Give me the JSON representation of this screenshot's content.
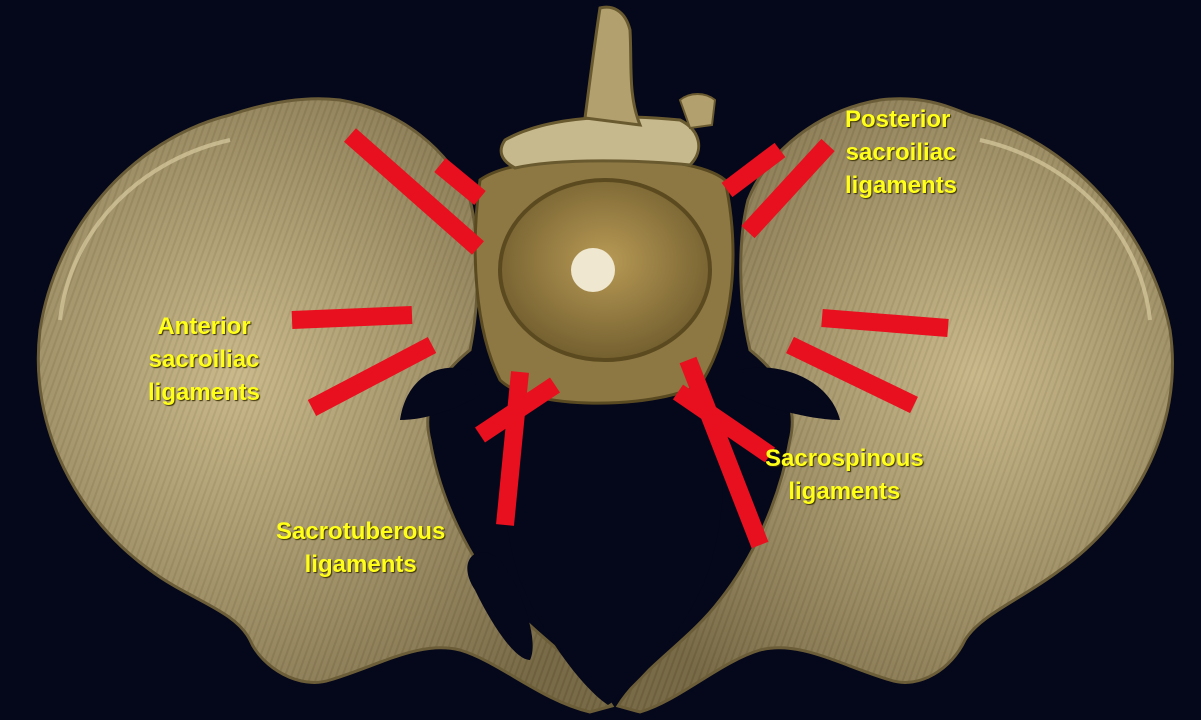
{
  "image": {
    "subject": "3D CT rendering of the pelvis",
    "background_color": "#05071a",
    "bone_color": "#b8a67a",
    "marker_color": "#e8101e",
    "label_color": "#ffff1a"
  },
  "labels": {
    "posterior": [
      "Posterior",
      "sacroiliac",
      "ligaments"
    ],
    "anterior": [
      "Anterior",
      "sacroiliac",
      "ligaments"
    ],
    "sacrospinous": [
      "Sacrospinous",
      "ligaments"
    ],
    "sacrotuberous": [
      "Sacrotuberous",
      "ligaments"
    ]
  }
}
